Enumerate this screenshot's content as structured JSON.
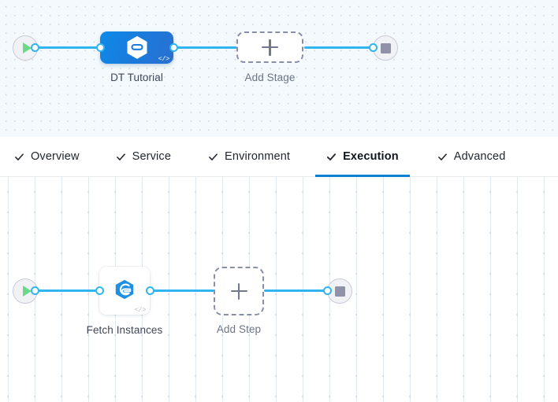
{
  "stage_graph": {
    "name": "pipeline-stage-graph",
    "start_node": {
      "icon": "play-icon",
      "title": "Start"
    },
    "stage": {
      "label": "DT Tutorial",
      "icon": "harness-hexagon-icon",
      "badge_icon": "code-tag-icon",
      "badge_text": "</>",
      "color": "#1b7bdc"
    },
    "add_stage": {
      "label": "Add Stage",
      "icon": "plus-icon"
    },
    "end_node": {
      "icon": "stop-icon",
      "title": "Stop"
    }
  },
  "tabs": {
    "name": "stage-config-tabs",
    "items": [
      {
        "label": "Overview",
        "icon": "check-icon",
        "active": false
      },
      {
        "label": "Service",
        "icon": "check-icon",
        "active": false
      },
      {
        "label": "Environment",
        "icon": "check-icon",
        "active": false
      },
      {
        "label": "Execution",
        "icon": "check-icon",
        "active": true
      },
      {
        "label": "Advanced",
        "icon": "check-icon",
        "active": false
      }
    ],
    "active_label": "Execution",
    "active_underline_color": "#0b7fd4"
  },
  "step_graph": {
    "name": "execution-step-graph",
    "start_node": {
      "icon": "play-icon",
      "title": "Start"
    },
    "step": {
      "label": "Fetch Instances",
      "icon": "shell-script-hexagon-icon",
      "badge_icon": "code-tag-icon",
      "badge_text": "</>",
      "color": "#1f8fe0"
    },
    "add_step": {
      "label": "Add Step",
      "icon": "plus-icon"
    },
    "end_node": {
      "icon": "stop-icon",
      "title": "Stop"
    }
  },
  "theme": {
    "edge_color": "#31b5f0",
    "stage_canvas_bg": "#f3f9fc",
    "step_canvas_bg": "#ffffff",
    "accent": "#0b7fd4"
  }
}
